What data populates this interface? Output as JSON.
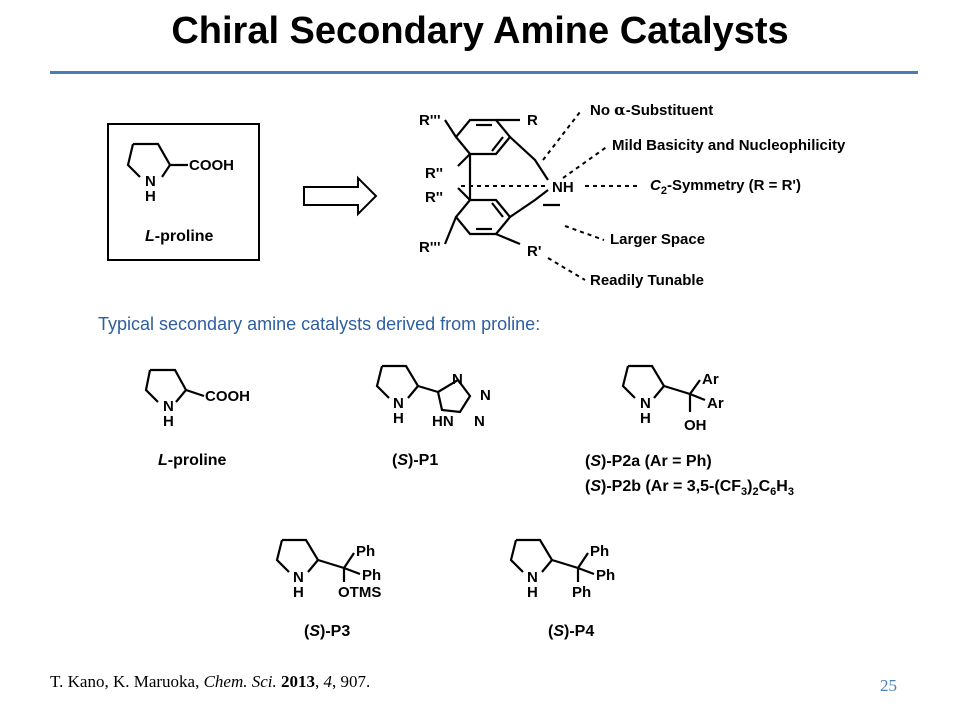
{
  "slide": {
    "title": "Chiral Secondary Amine Catalysts",
    "subtitle": "Typical secondary amine catalysts derived from proline:",
    "citation": {
      "authors": "T. Kano, K. Maruoka, ",
      "journal": "Chem. Sci.",
      "year": "2013",
      "volume": "4",
      "pages": "907."
    },
    "page_number": "25"
  },
  "top": {
    "box_label_prefix": "L",
    "box_label_suffix": "-proline",
    "annotations": {
      "no_alpha_prefix": "No ",
      "alpha": "α",
      "no_alpha_suffix": "-Substituent",
      "basicity": "Mild Basicity and Nucleophilicity",
      "symmetry_c": "C",
      "symmetry_sub": "2",
      "symmetry_rest": "-Symmetry (R = R')",
      "space": "Larger Space",
      "tunable": "Readily Tunable"
    },
    "binaphthyl_labels": {
      "r_triple_top": "R'''",
      "r_top": "R",
      "r_double_1": "R''",
      "r_double_2": "R''",
      "r_triple_bottom": "R'''",
      "r_prime": "R'",
      "nh": "NH"
    }
  },
  "structures": {
    "atoms": {
      "n": "N",
      "h": "H",
      "cooh": "COOH",
      "ph": "Ph",
      "ar": "Ar",
      "oh": "OH",
      "otms": "OTMS",
      "tz_n": "N",
      "tz_hn": "HN",
      "tz_hn_n": "N"
    },
    "proline_label_prefix": "L",
    "proline_label_suffix": "-proline",
    "p1_label_open": "(",
    "p1_label_s": "S",
    "p1_label_close": ")-P1",
    "p2a_label": ")-P2a (Ar = Ph)",
    "p2b_label_a": ")-P2b (Ar = 3,5-(CF",
    "p2b_sub1": "3",
    "p2b_label_b": ")",
    "p2b_sub2": "2",
    "p2b_label_c": "C",
    "p2b_sub3": "6",
    "p2b_label_d": "H",
    "p2b_sub4": "3",
    "p3_label": ")-P3",
    "p4_label": ")-P4"
  }
}
